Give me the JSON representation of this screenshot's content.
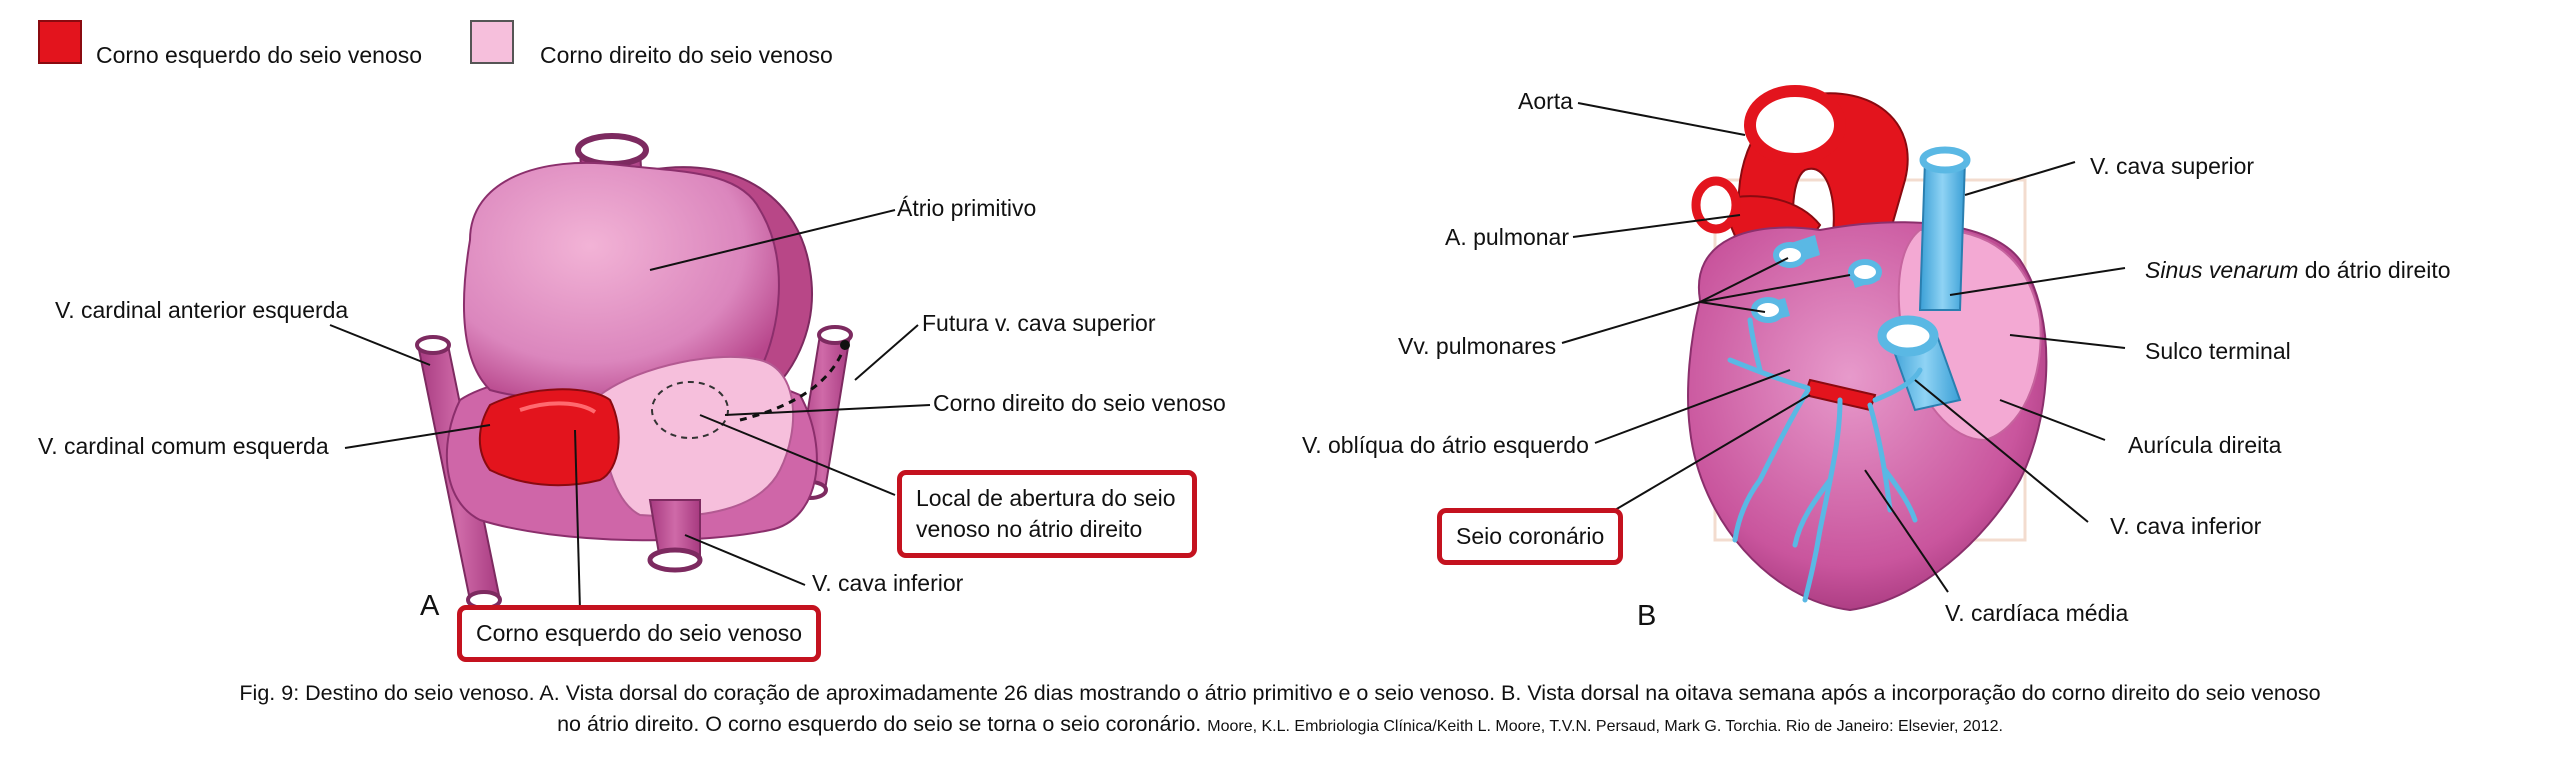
{
  "legend": {
    "left_horn": {
      "label": "Corno esquerdo do seio venoso",
      "color": "#e3141d"
    },
    "right_horn": {
      "label": "Corno direito do seio venoso",
      "color": "#f6bfdc"
    }
  },
  "panel_a": {
    "letter": "A",
    "labels": {
      "atrio_primitivo": "Átrio primitivo",
      "v_cardinal_anterior": "V. cardinal anterior esquerda",
      "futura_cava": "Futura v. cava superior",
      "corno_direito": "Corno direito do seio venoso",
      "v_cardinal_comum": "V. cardinal comum esquerda",
      "local_abertura": "Local de abertura do seio venoso no átrio direito",
      "v_cava_inferior": "V. cava inferior",
      "corno_esquerdo": "Corno esquerdo do seio venoso"
    }
  },
  "panel_b": {
    "letter": "B",
    "labels": {
      "aorta": "Aorta",
      "a_pulmonar": "A. pulmonar",
      "v_cava_superior": "V. cava superior",
      "sinus_italic": "Sinus venarum",
      "sinus_rest": " do átrio direito",
      "vv_pulmonares": "Vv. pulmonares",
      "sulco_terminal": "Sulco terminal",
      "v_obliqua": "V. oblíqua do átrio esquerdo",
      "auricula_direita": "Aurícula direita",
      "seio_coronario": "Seio coronário",
      "v_cava_inferior": "V. cava inferior",
      "v_cardiaca_media": "V. cardíaca média"
    }
  },
  "caption": {
    "line1": "Fig. 9: Destino do seio venoso. A. Vista dorsal do coração de aproximadamente 26 dias mostrando o átrio primitivo e o seio venoso. B. Vista dorsal na oitava semana após a incorporação do corno direito do seio venoso",
    "line2": "no átrio direito. O corno esquerdo do seio se torna o seio coronário.",
    "reference": "Moore, K.L. Embriologia Clínica/Keith L. Moore, T.V.N. Persaud, Mark G. Torchia. Rio de Janeiro: Elsevier, 2012."
  },
  "colors": {
    "red": "#e3141d",
    "light_pink": "#f6bfdc",
    "pink": "#d77bb5",
    "magenta": "#c24a8f",
    "blue": "#5ab8e4",
    "box_border": "#c4121f"
  }
}
